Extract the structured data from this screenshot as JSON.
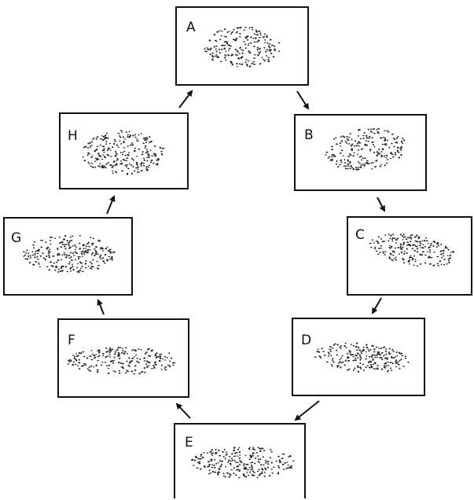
{
  "panels": [
    {
      "id": "A",
      "label": "A"
    },
    {
      "id": "B",
      "label": "B"
    },
    {
      "id": "C",
      "label": "C"
    },
    {
      "id": "D",
      "label": "D"
    },
    {
      "id": "E",
      "label": "E"
    },
    {
      "id": "F",
      "label": "F"
    },
    {
      "id": "G",
      "label": "G"
    },
    {
      "id": "H",
      "label": "H"
    }
  ],
  "cycle_order": [
    "A",
    "B",
    "C",
    "D",
    "E",
    "F",
    "G",
    "H"
  ],
  "colors": {
    "stroke": "#111111",
    "dots": "#222222",
    "background": "#ffffff"
  }
}
